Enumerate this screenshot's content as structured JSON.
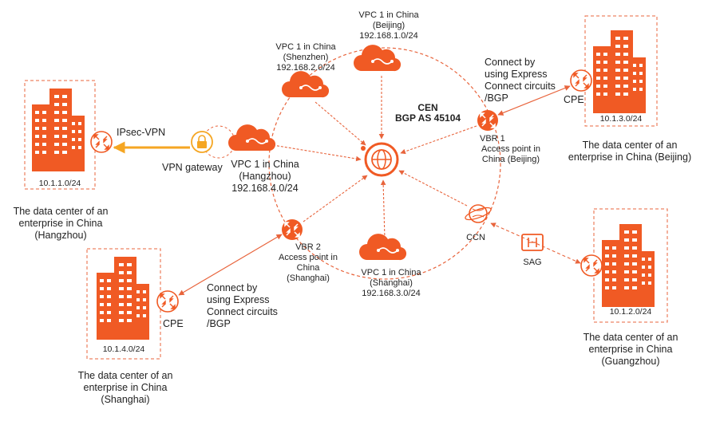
{
  "cen": {
    "title": "CEN",
    "asn": "BGP AS 45104"
  },
  "vpcs": {
    "beijing": {
      "name": "VPC 1 in China",
      "city": "(Beijing)",
      "cidr": "192.168.1.0/24"
    },
    "shenzhen": {
      "name": "VPC 1 in China",
      "city": "(Shenzhen)",
      "cidr": "192.168.2.0/24"
    },
    "hangzhou": {
      "name": "VPC 1 in China",
      "city": "(Hangzhou)",
      "cidr": "192.168.4.0/24"
    },
    "shanghai": {
      "name": "VPC 1 in China",
      "city": "(Shanghai)",
      "cidr": "192.168.3.0/24"
    }
  },
  "vbr1": {
    "name": "VBR 1",
    "line1": "Access point in",
    "line2": "China (Beijing)"
  },
  "vbr2": {
    "name": "VBR 2",
    "line1": "Access point in",
    "line2": "China",
    "line3": "(Shanghai)"
  },
  "ccn": {
    "name": "CCN"
  },
  "sag": {
    "name": "SAG"
  },
  "vpn": {
    "gateway": "VPN gateway",
    "ipsec": "IPsec-VPN"
  },
  "cpe": {
    "label": "CPE"
  },
  "express_beijing": {
    "l1": "Connect by",
    "l2": "using Express",
    "l3": "Connect circuits",
    "l4": "/BGP"
  },
  "express_shanghai": {
    "l1": "Connect by",
    "l2": "using Express",
    "l3": "Connect circuits",
    "l4": "/BGP"
  },
  "dc": {
    "hangzhou": {
      "cidr": "10.1.1.0/24",
      "l1": "The data center of an",
      "l2": "enterprise in China",
      "l3": "(Hangzhou)"
    },
    "beijing": {
      "cidr": "10.1.3.0/24",
      "l1": "The data center of an",
      "l2": "enterprise in China (Beijing)"
    },
    "shanghai": {
      "cidr": "10.1.4.0/24",
      "l1": "The data center of an",
      "l2": "enterprise in China",
      "l3": "(Shanghai)"
    },
    "guangzhou": {
      "cidr": "10.1.2.0/24",
      "l1": "The data center of an",
      "l2": "enterprise in China",
      "l3": "(Guangzhou)"
    }
  },
  "colors": {
    "accent": "#f05a24",
    "gold": "#f5a623",
    "line": "#e8643c"
  }
}
